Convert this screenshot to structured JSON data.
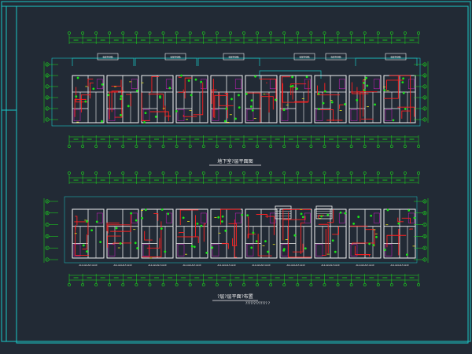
{
  "drawing": {
    "colors": {
      "background": "#222a35",
      "frame": "#19c8c8",
      "walls": "#f2f2f2",
      "dimension": "#19e619",
      "wiring": "#ff2020",
      "accent": "#e6e619",
      "rooms": "#d21ec8"
    },
    "plan_upper": {
      "caption": "地下室?层平面图",
      "room_labels": [
        "电梯控制箱",
        "电梯控制箱",
        "电梯控制箱",
        "电梯控制箱",
        "电梯控制箱",
        "电梯控制箱"
      ]
    },
    "plan_lower": {
      "caption": "?层?层平面?布置",
      "unit_labels": [
        "AL1-AL4-AL7-AL10",
        "AL1-AL4-AL7-AL10",
        "AL1-AL4-AL7-AL10",
        "AL1-AL4-AL7-AL10",
        "AL1-AL4-AL7-AL10",
        "AL1-AL4-AL7-AL10",
        "AL1-AL4-AL7-AL10",
        "AL1-AL4-AL7-AL10",
        "AL1-AL4-AL7-AL10",
        "AL1-AL4-AL7-AL10"
      ],
      "note": "?????????????   ?"
    },
    "axis_markers": {
      "left": [
        "A",
        "B",
        "C",
        "D",
        "E",
        "F"
      ],
      "right": [
        "A",
        "B",
        "C",
        "D",
        "E",
        "F"
      ]
    }
  }
}
